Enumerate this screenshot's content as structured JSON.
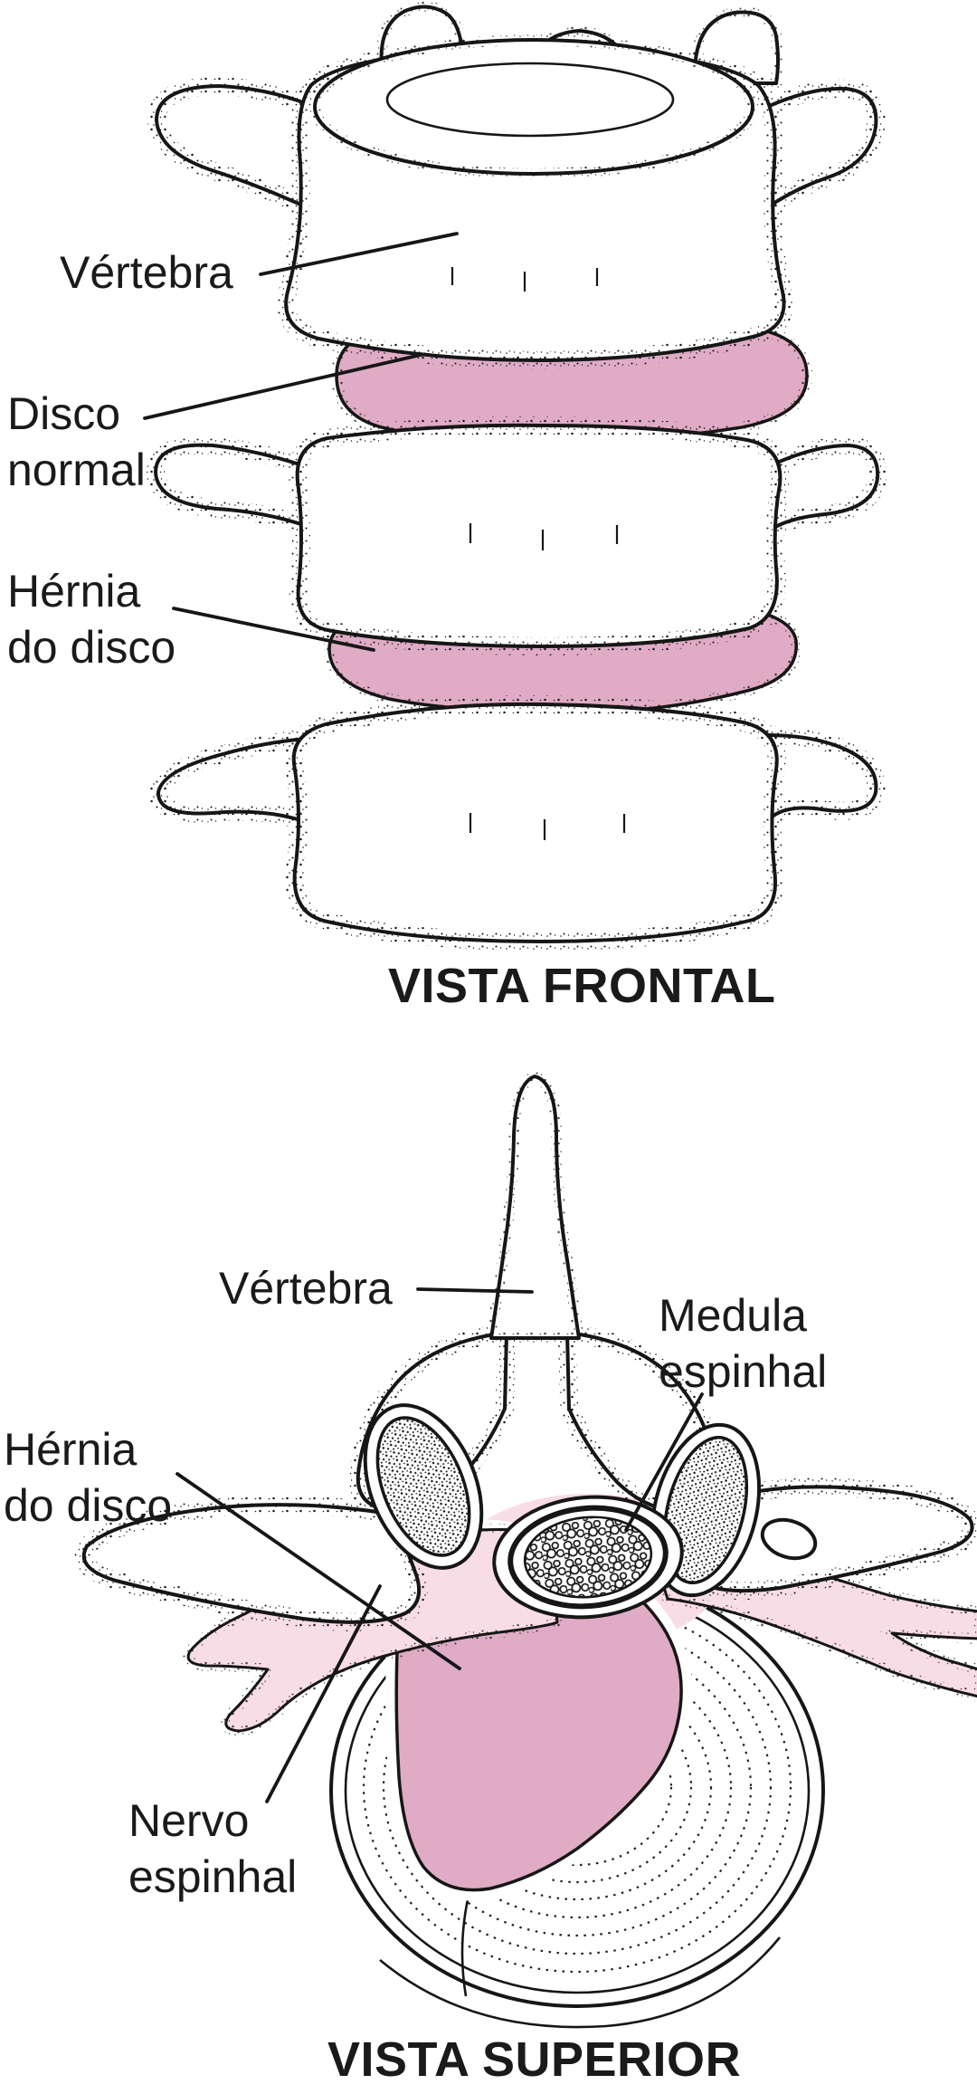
{
  "figure": {
    "frontal": {
      "title": "VISTA FRONTAL",
      "labels": {
        "vertebra": "Vértebra",
        "normal_disc": "Disco normal",
        "herniated_disc": "Hérnia do disco"
      }
    },
    "superior": {
      "title": "VISTA SUPERIOR",
      "labels": {
        "vertebra": "Vértebra",
        "spinal_cord": "Medula espinhal",
        "herniated_disc": "Hérnia do disco",
        "spinal_nerve": "Nervo espinhal"
      }
    },
    "colors": {
      "disc_pink": "#dfabc5",
      "nerve_pink": "#f8dce6",
      "line": "#161616",
      "text": "#1a1a1a"
    }
  }
}
